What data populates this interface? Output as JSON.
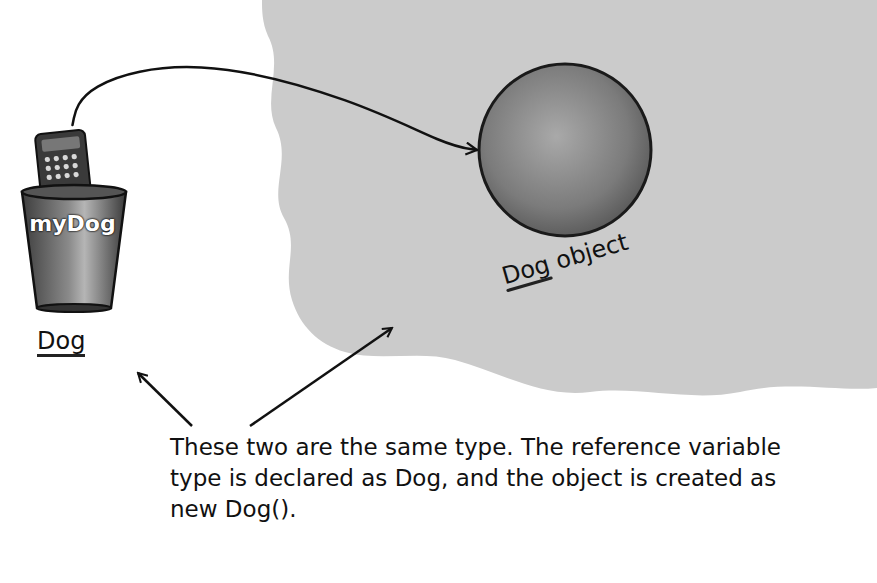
{
  "diagram": {
    "caption": "These two are the same type. The reference variable type is declared as Dog, and the object is created as new Dog().",
    "nodes": [
      {
        "text": [
          "myDog",
          "Dog"
        ]
      },
      {
        "text": [
          "Dog object"
        ]
      }
    ],
    "edges": [
      {
        "from": 0,
        "to": 1,
        "arrow": "to"
      }
    ]
  }
}
